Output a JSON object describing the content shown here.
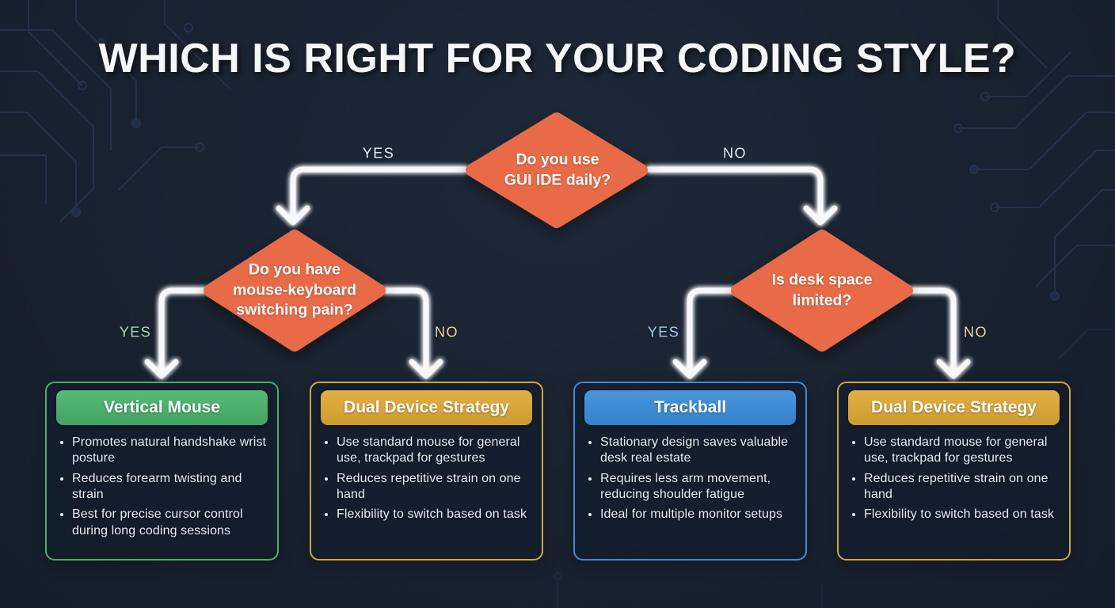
{
  "title": "WHICH IS RIGHT FOR YOUR CODING STYLE?",
  "palette": {
    "background": "#19222f",
    "circuit_trace": "#27364e",
    "diamond_fill": "#e96b47",
    "connector": "#f6f8fb",
    "green_accent": "#4db371",
    "gold_accent": "#dca93b",
    "blue_accent": "#3e8ed8",
    "label_top": "#eef2f6",
    "label_yes_mint": "#a8ddbc",
    "label_no_gold": "#edd9a4",
    "label_yes_blue": "#a9cdee"
  },
  "icons": {
    "connector_arrowhead": "chevron-down-arrow"
  },
  "decisions": {
    "root": {
      "question": "Do you use\nGUI IDE daily?",
      "yes": "YES",
      "no": "NO"
    },
    "left": {
      "question": "Do you have\nmouse-keyboard\nswitching pain?",
      "yes": "YES",
      "no": "NO"
    },
    "right": {
      "question": "Is desk space\nlimited?",
      "yes": "YES",
      "no": "NO"
    }
  },
  "outcomes": [
    {
      "title": "Vertical Mouse",
      "theme": "green",
      "bullets": [
        "Promotes natural handshake wrist posture",
        "Reduces forearm twisting and strain",
        "Best for precise cursor control during long coding sessions"
      ]
    },
    {
      "title": "Dual Device Strategy",
      "theme": "gold",
      "bullets": [
        "Use standard mouse for general use, trackpad for gestures",
        "Reduces repetitive strain on one hand",
        "Flexibility to switch based on task"
      ]
    },
    {
      "title": "Trackball",
      "theme": "blue",
      "bullets": [
        "Stationary design saves valuable desk real estate",
        "Requires less arm movement, reducing shoulder fatigue",
        "Ideal for multiple monitor setups"
      ]
    },
    {
      "title": "Dual Device Strategy",
      "theme": "gold",
      "bullets": [
        "Use standard mouse for general use, trackpad for gestures",
        "Reduces repetitive strain on one hand",
        "Flexibility to switch based on task"
      ]
    }
  ]
}
